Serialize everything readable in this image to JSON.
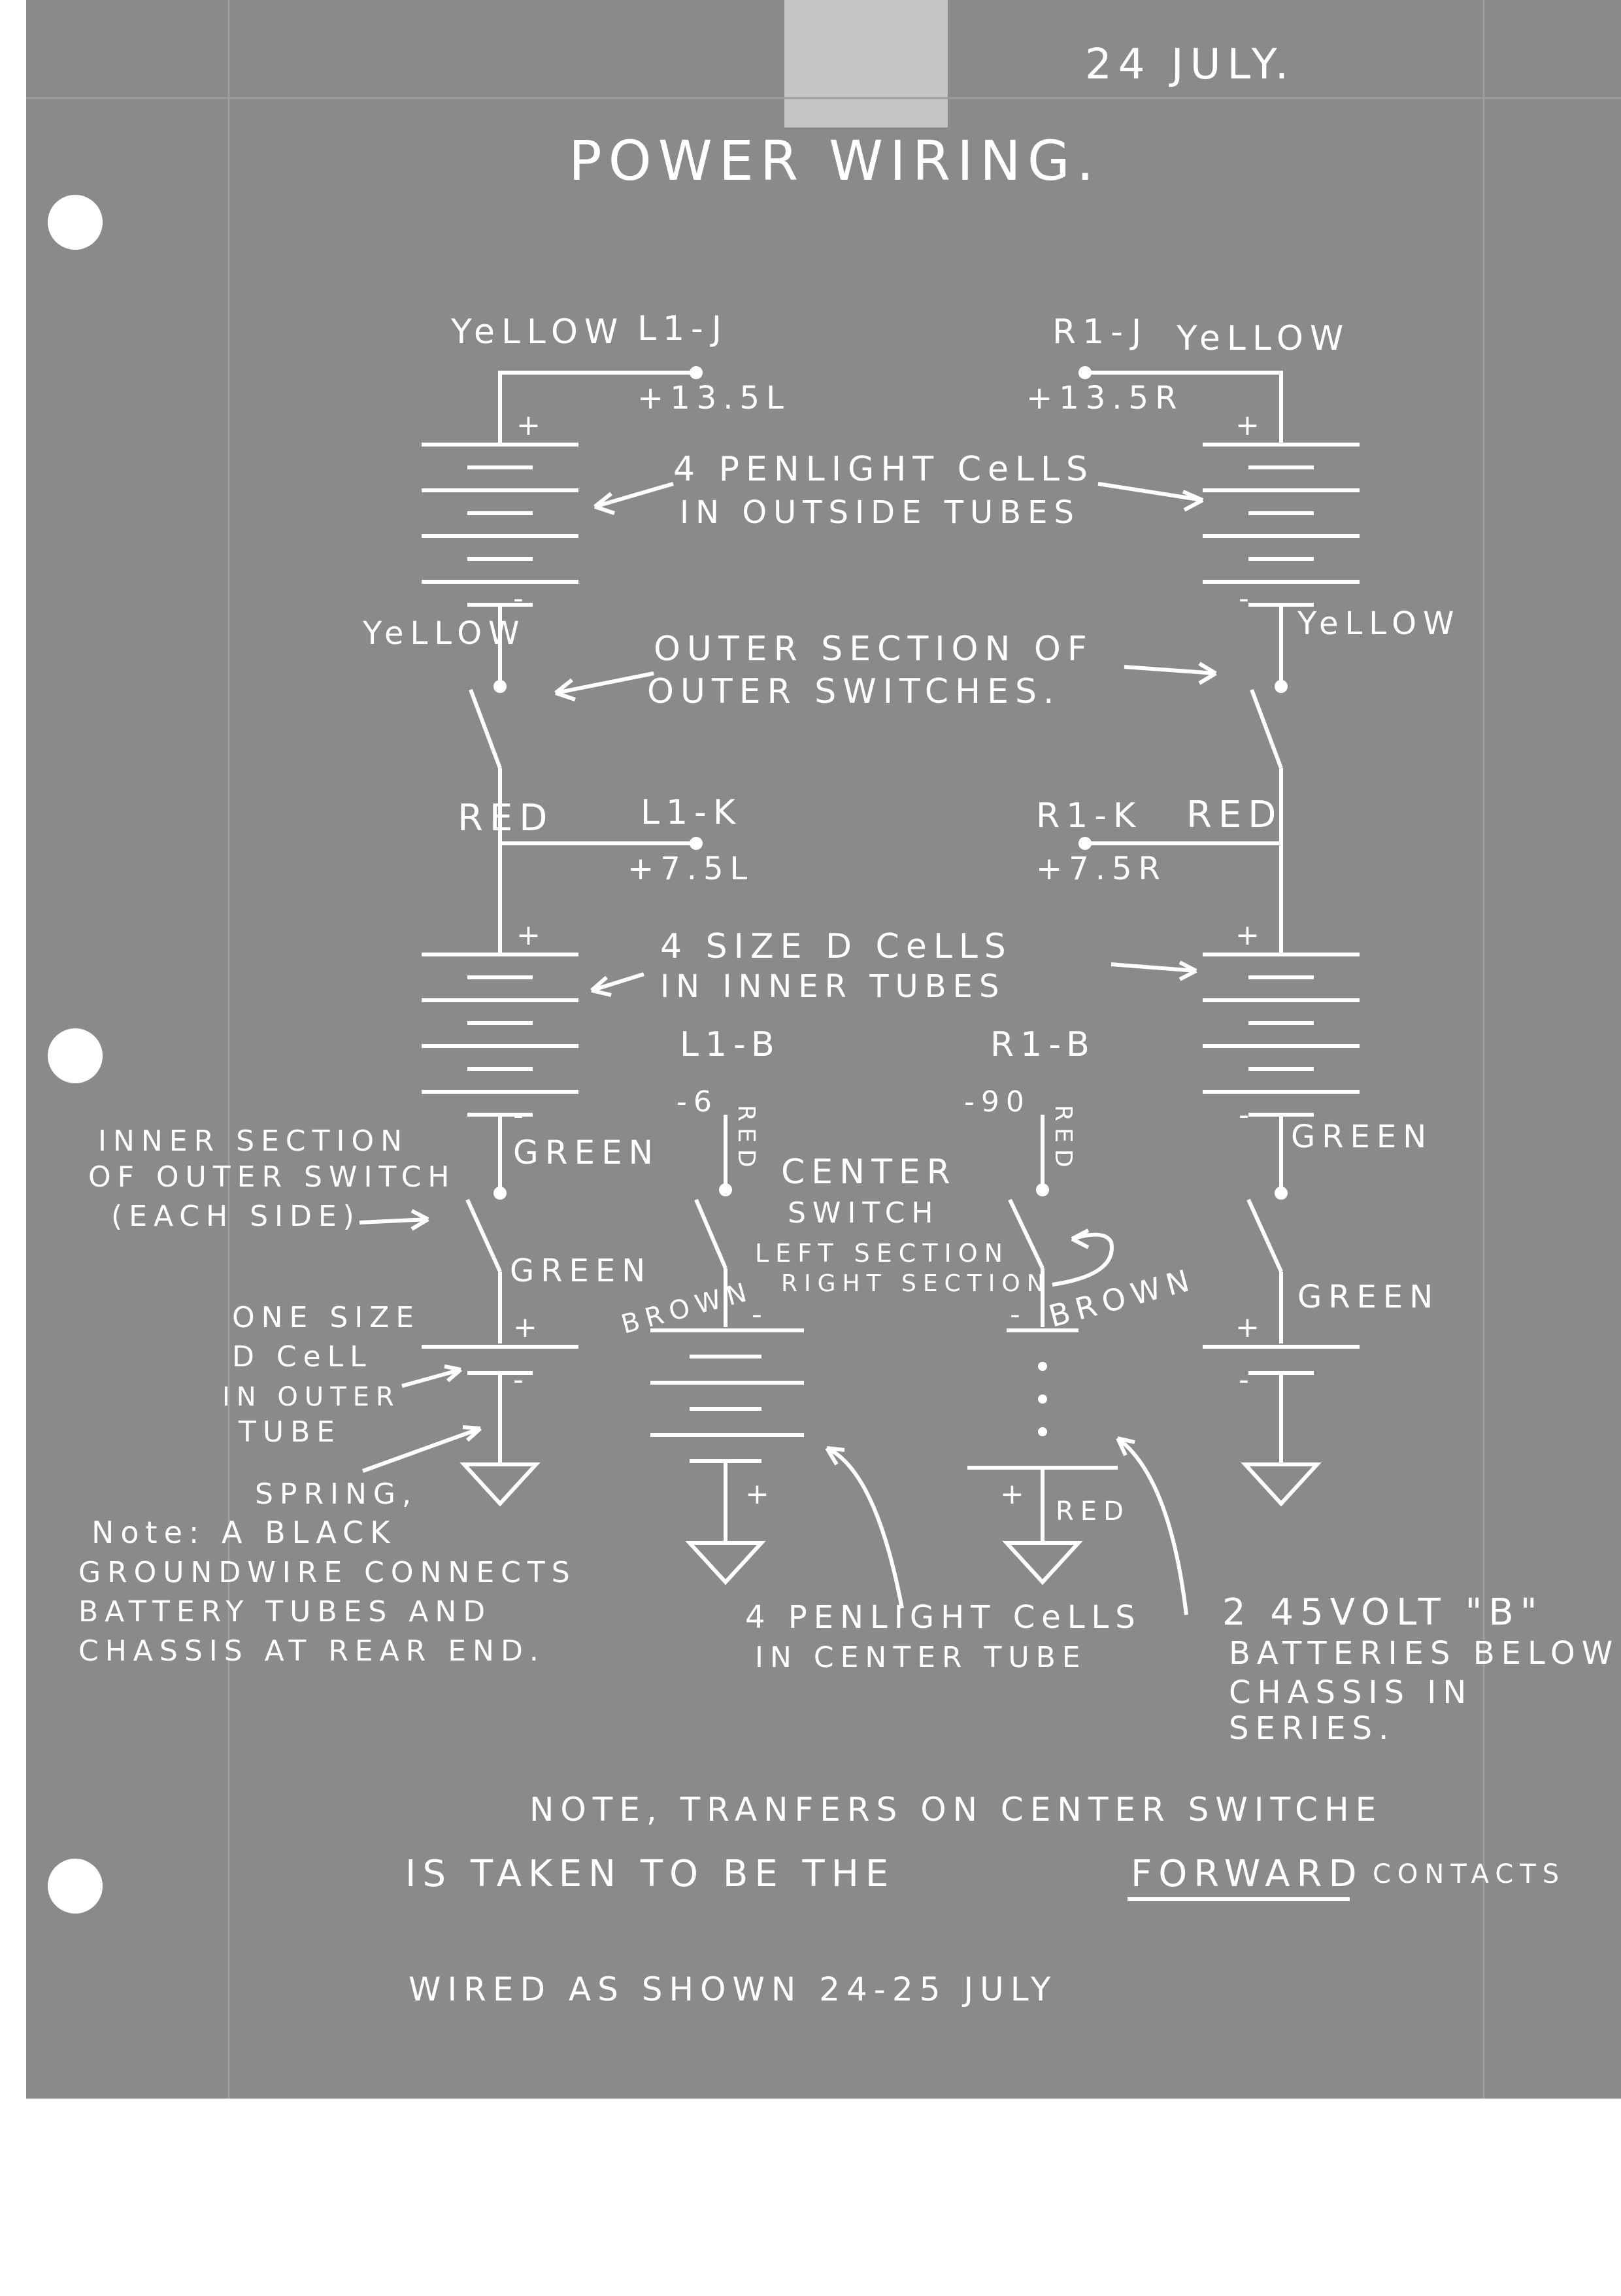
{
  "date": "24 JULY.",
  "title": "POWER WIRING.",
  "left_top": {
    "wire": "YeLLOW",
    "terminal": "L1-J",
    "voltage": "+13.5L"
  },
  "right_top": {
    "terminal": "R1-J",
    "wire": "YeLLOW",
    "voltage": "+13.5R"
  },
  "penlight_outside": [
    "4 PENLIGHT CeLLS",
    "IN OUTSIDE TUBES"
  ],
  "left_wire_yellow": "YeLLOW",
  "right_wire_yellow": "YeLLOW",
  "outer_switch_note": [
    "OUTER SECTION OF",
    "OUTER SWITCHES."
  ],
  "left_mid": {
    "wire": "RED",
    "terminal": "L1-K",
    "voltage": "+7.5L"
  },
  "right_mid": {
    "terminal": "R1-K",
    "wire": "RED",
    "voltage": "+7.5R"
  },
  "dcells_inner": [
    "4 SIZE D CeLLS",
    "IN INNER TUBES"
  ],
  "center_left": {
    "terminal": "L1-B",
    "voltage": "-6",
    "wire": "RED"
  },
  "center_right": {
    "terminal": "R1-B",
    "voltage": "-90",
    "wire": "RED"
  },
  "left_green_1": "GREEN",
  "right_green_1": "GREEN",
  "inner_section_note": [
    "INNER SECTION",
    "OF OUTER SWITCH",
    "(EACH SIDE)"
  ],
  "center_switch": [
    "CENTER",
    "SWITCH"
  ],
  "left_section": "LEFT SECTION",
  "right_section": "RIGHT SECTION",
  "left_green_2": "GREEN",
  "right_green_2": "GREEN",
  "brown_left": "BROWN",
  "brown_right": "BROWN",
  "one_dcell_note": [
    "ONE SIZE",
    "D CeLL",
    "IN OUTER",
    "TUBE"
  ],
  "spring": "SPRING,",
  "red_bottom": "RED",
  "ground_note": [
    "Note: A BLACK",
    "GROUNDWIRE CONNECTS",
    "BATTERY TUBES AND",
    "CHASSIS AT REAR END."
  ],
  "penlight_center": [
    "4 PENLIGHT CeLLS",
    "IN CENTER TUBE"
  ],
  "b_batteries": [
    "2 45VOLT \"B\"",
    "BATTERIES BELOW",
    "CHASSIS IN",
    "SERIES."
  ],
  "transfer_note": [
    "NOTE, TRANFERS ON CENTER SWITCHE",
    "IS TAKEN TO BE THE",
    "FORWARD",
    "CONTACTS"
  ],
  "wired_note": "WIRED AS SHOWN 24-25 JULY",
  "colors": {
    "paper": "#8a8a8a",
    "ink": "#ffffff",
    "margin": "#ffffff"
  }
}
